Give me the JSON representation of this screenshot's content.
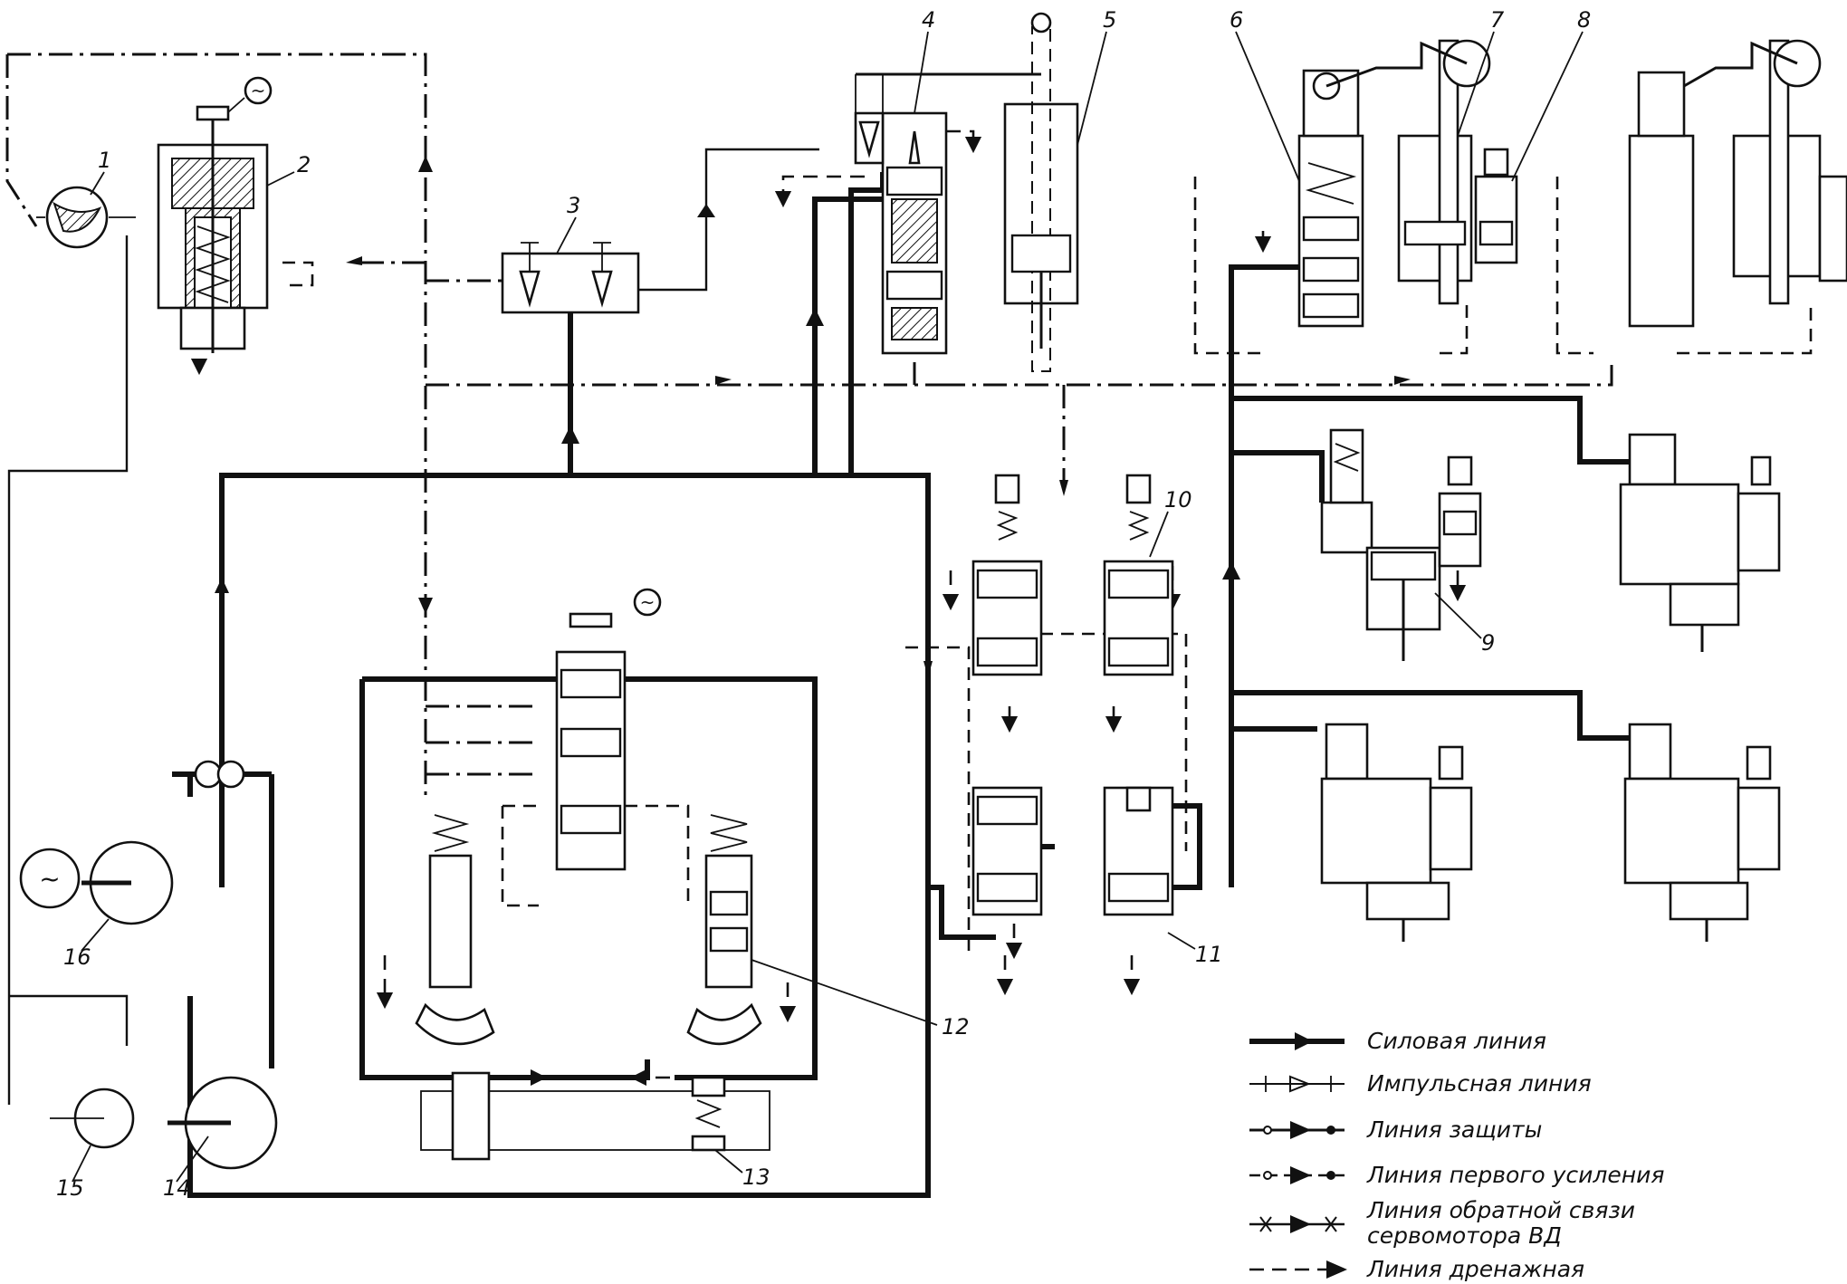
{
  "labels": {
    "l1": "1",
    "l2": "2",
    "l3": "3",
    "l4": "4",
    "l5": "5",
    "l6": "6",
    "l7": "7",
    "l8": "8",
    "l9": "9",
    "l10": "10",
    "l11": "11",
    "l12": "12",
    "l13": "13",
    "l14": "14",
    "l15": "15",
    "l16": "16"
  },
  "legend": {
    "power": "Силовая линия",
    "impulse": "Импульсная линия",
    "protection": "Линия защиты",
    "amplification": "Линия первого усиления",
    "feedback_1": "Линия обратной связи",
    "feedback_2": "сервомотора ВД",
    "drain": "Линия дренажная"
  },
  "symbols": {
    "generator": "~"
  }
}
